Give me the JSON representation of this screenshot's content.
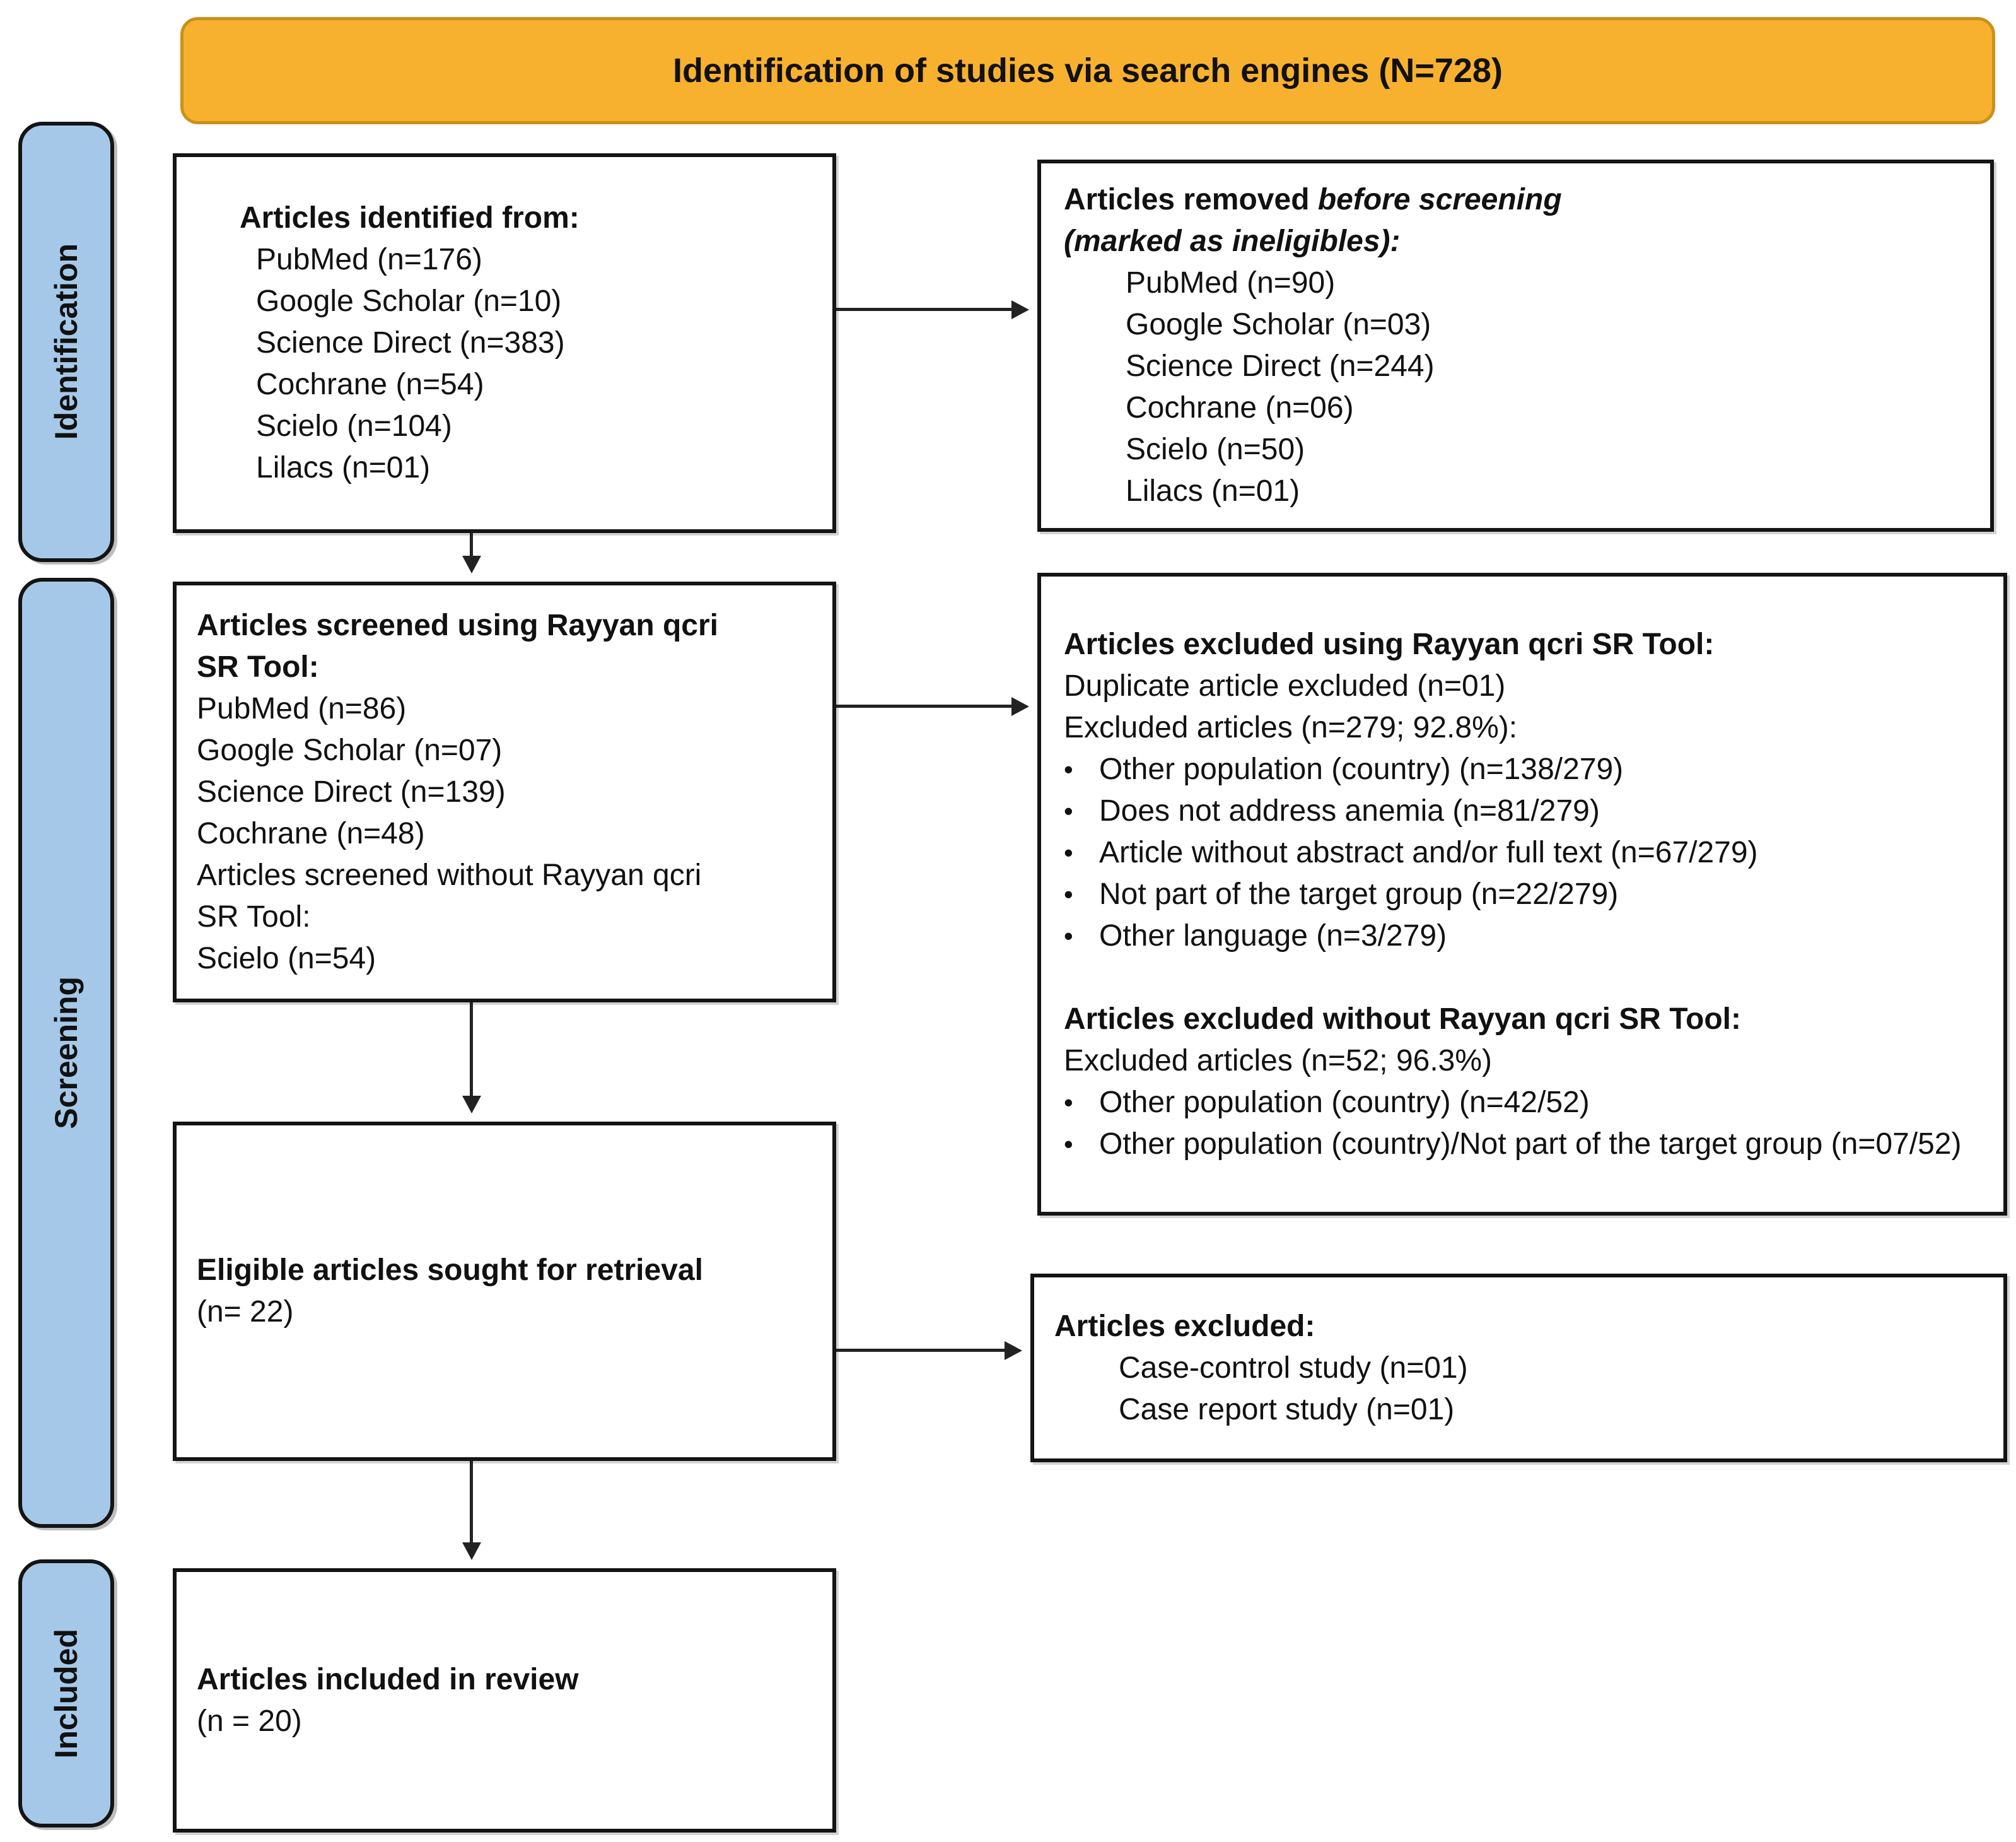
{
  "banner": {
    "title": "Identification of studies via search engines (N=728)"
  },
  "stages": [
    {
      "label": "Identification"
    },
    {
      "label": "Screening"
    },
    {
      "label": "Included"
    }
  ],
  "misc": {
    "bullet_char": "•"
  },
  "boxes": {
    "identified": {
      "heading": "Articles identified from:",
      "items": [
        "PubMed (n=176)",
        "Google Scholar (n=10)",
        "Science Direct (n=383)",
        "Cochrane (n=54)",
        "Scielo (n=104)",
        "Lilacs (n=01)"
      ]
    },
    "removed": {
      "heading_prefix": "Articles removed ",
      "heading_italic": "before screening",
      "heading_line2": "(marked as ineligibles):",
      "items": [
        "PubMed (n=90)",
        "Google Scholar (n=03)",
        "Science Direct (n=244)",
        "Cochrane (n=06)",
        "Scielo (n=50)",
        "Lilacs (n=01)"
      ]
    },
    "screened": {
      "heading_line1": "Articles screened using Rayyan qcri",
      "heading_line2": "SR Tool:",
      "items": [
        "PubMed (n=86)",
        "Google Scholar (n=07)",
        "Science Direct (n=139)",
        "Cochrane (n=48)"
      ],
      "subheading_line1": "Articles screened without Rayyan qcri",
      "subheading_line2": "SR Tool:",
      "subitems": [
        "Scielo (n=54)"
      ]
    },
    "excluded_rayyan": {
      "heading": "Articles excluded using Rayyan qcri SR Tool:",
      "lines": [
        "Duplicate article excluded (n=01)",
        "Excluded articles (n=279; 92.8%):"
      ],
      "bullets": [
        "Other population (country) (n=138/279)",
        "Does not address anemia (n=81/279)",
        "Article without abstract and/or full text (n=67/279)",
        "Not part of the target group (n=22/279)",
        "Other language (n=3/279)"
      ],
      "heading2": "Articles excluded without Rayyan qcri SR Tool:",
      "lines2": [
        "Excluded articles (n=52; 96.3%)"
      ],
      "bullets2": [
        "Other population (country) (n=42/52)",
        "Other population (country)/Not part of the target group (n=07/52)"
      ]
    },
    "eligible": {
      "heading": "Eligible articles sought for retrieval",
      "count": "(n= 22)"
    },
    "excluded_final": {
      "heading": "Articles excluded:",
      "items": [
        "Case-control study (n=01)",
        "Case report study (n=01)"
      ]
    },
    "included": {
      "heading": "Articles included in review",
      "count": "(n = 20)"
    }
  },
  "colors": {
    "banner_fill": "#F8B12E",
    "banner_border": "#C8911D",
    "stage_fill": "#A5C8E9",
    "box_border": "#141414",
    "arrow_color": "#222222"
  }
}
